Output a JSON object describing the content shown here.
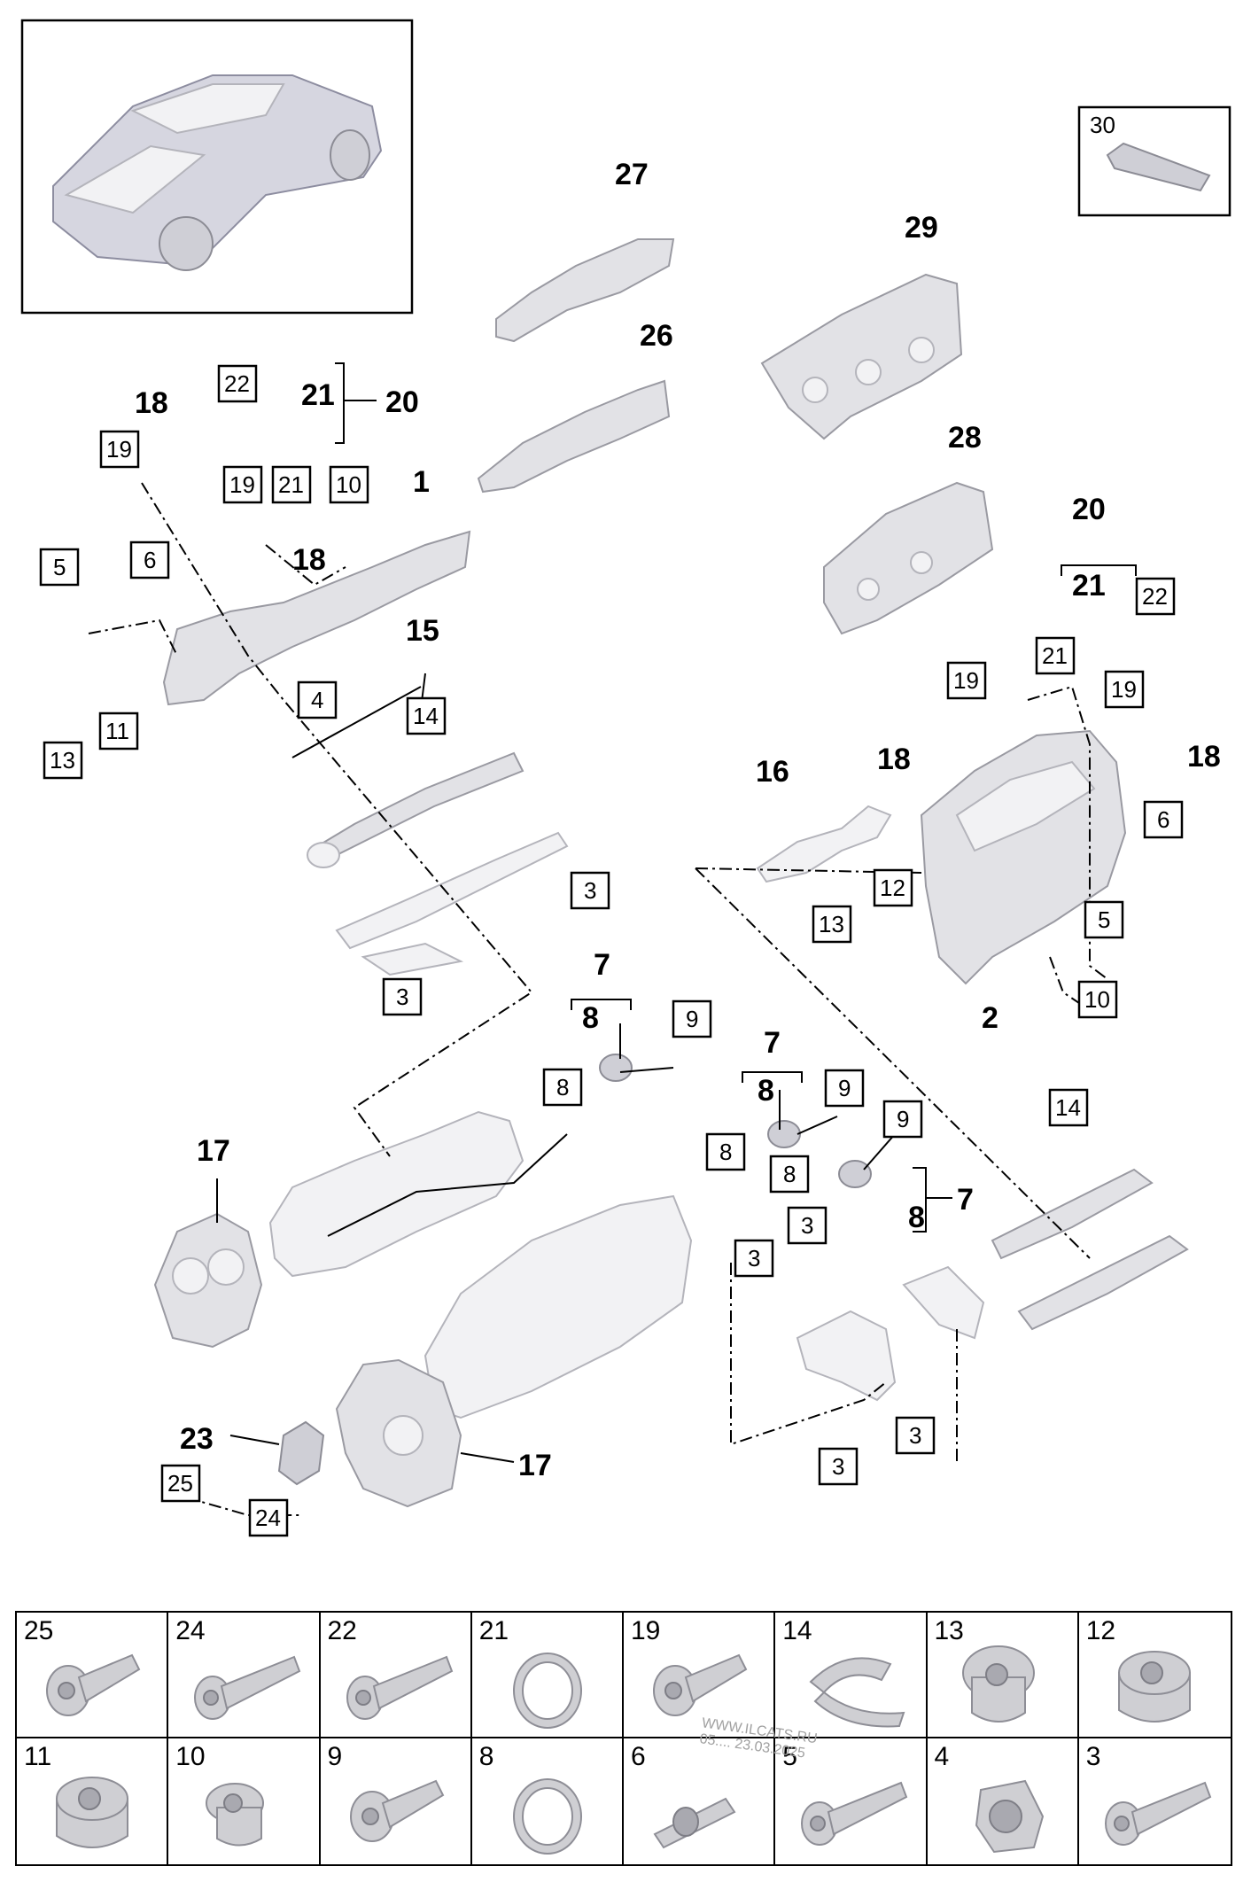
{
  "labels": {
    "l1": "1",
    "l2": "2",
    "l7a": "7",
    "l8a": "8",
    "l7b": "7",
    "l8b": "8",
    "l7c": "7",
    "l8c": "8",
    "l15": "15",
    "l16": "16",
    "l17a": "17",
    "l17b": "17",
    "l18a": "18",
    "l18b": "18",
    "l18c": "18",
    "l18d": "18",
    "l20a": "20",
    "l21a": "21",
    "l20b": "20",
    "l21b": "21",
    "l23": "23",
    "l26": "26",
    "l27": "27",
    "l28": "28",
    "l29": "29"
  },
  "boxes": {
    "b30": "30",
    "b22a": "22",
    "b19a": "19",
    "b19b": "19",
    "b21a": "21",
    "b10a": "10",
    "b5a": "5",
    "b6a": "6",
    "b4": "4",
    "b11": "11",
    "b13a": "13",
    "b14a": "14",
    "b3a": "3",
    "b3b": "3",
    "b9a": "9",
    "b8a": "8",
    "b9b": "9",
    "b9c": "9",
    "b8b": "8",
    "b8c": "8",
    "b22b": "22",
    "b21b": "21",
    "b19c": "19",
    "b19d": "19",
    "b6b": "6",
    "b12": "12",
    "b13b": "13",
    "b5b": "5",
    "b10b": "10",
    "b14b": "14",
    "b3c": "3",
    "b3d": "3",
    "b3e": "3",
    "b3f": "3",
    "b25": "25",
    "b24": "24"
  },
  "fasteners": [
    {
      "num": "25",
      "icon": "bolt-short-icon"
    },
    {
      "num": "24",
      "icon": "bolt-long-icon"
    },
    {
      "num": "22",
      "icon": "bolt-long-icon"
    },
    {
      "num": "21",
      "icon": "seal-ring-icon"
    },
    {
      "num": "19",
      "icon": "bolt-short-icon"
    },
    {
      "num": "14",
      "icon": "thrust-washer-icon"
    },
    {
      "num": "13",
      "icon": "plug-flanged-icon"
    },
    {
      "num": "12",
      "icon": "plug-icon"
    },
    {
      "num": "11",
      "icon": "plug-icon"
    },
    {
      "num": "10",
      "icon": "screw-plug-icon"
    },
    {
      "num": "9",
      "icon": "bolt-short-icon"
    },
    {
      "num": "8",
      "icon": "seal-ring-icon"
    },
    {
      "num": "6",
      "icon": "stud-bolt-icon"
    },
    {
      "num": "5",
      "icon": "bolt-long-icon"
    },
    {
      "num": "4",
      "icon": "sensor-plug-icon"
    },
    {
      "num": "3",
      "icon": "bolt-long-icon"
    }
  ],
  "watermark": {
    "line1": "WWW.ILCATS.RU",
    "line2": "05.... 23.03.2025"
  }
}
